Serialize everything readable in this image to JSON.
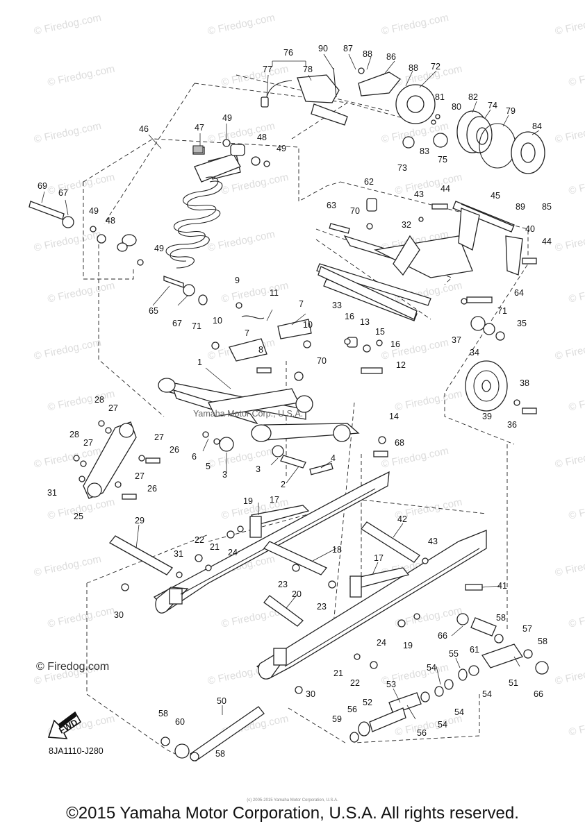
{
  "diagram": {
    "part_labels": [
      {
        "id": "p1",
        "text": "1"
      },
      {
        "id": "p2",
        "text": "2"
      },
      {
        "id": "p3a",
        "text": "3"
      },
      {
        "id": "p3b",
        "text": "3"
      },
      {
        "id": "p4",
        "text": "4"
      },
      {
        "id": "p5",
        "text": "5"
      },
      {
        "id": "p6",
        "text": "6"
      },
      {
        "id": "p7a",
        "text": "7"
      },
      {
        "id": "p7b",
        "text": "7"
      },
      {
        "id": "p8",
        "text": "8"
      },
      {
        "id": "p9",
        "text": "9"
      },
      {
        "id": "p10a",
        "text": "10"
      },
      {
        "id": "p10b",
        "text": "10"
      },
      {
        "id": "p11",
        "text": "11"
      },
      {
        "id": "p12",
        "text": "12"
      },
      {
        "id": "p13",
        "text": "13"
      },
      {
        "id": "p14",
        "text": "14"
      },
      {
        "id": "p15",
        "text": "15"
      },
      {
        "id": "p16a",
        "text": "16"
      },
      {
        "id": "p16b",
        "text": "16"
      },
      {
        "id": "p17a",
        "text": "17"
      },
      {
        "id": "p17b",
        "text": "17"
      },
      {
        "id": "p18",
        "text": "18"
      },
      {
        "id": "p19a",
        "text": "19"
      },
      {
        "id": "p19b",
        "text": "19"
      },
      {
        "id": "p20",
        "text": "20"
      },
      {
        "id": "p21a",
        "text": "21"
      },
      {
        "id": "p21b",
        "text": "21"
      },
      {
        "id": "p22a",
        "text": "22"
      },
      {
        "id": "p22b",
        "text": "22"
      },
      {
        "id": "p23a",
        "text": "23"
      },
      {
        "id": "p23b",
        "text": "23"
      },
      {
        "id": "p24a",
        "text": "24"
      },
      {
        "id": "p24b",
        "text": "24"
      },
      {
        "id": "p25",
        "text": "25"
      },
      {
        "id": "p26a",
        "text": "26"
      },
      {
        "id": "p26b",
        "text": "26"
      },
      {
        "id": "p27a",
        "text": "27"
      },
      {
        "id": "p27b",
        "text": "27"
      },
      {
        "id": "p27c",
        "text": "27"
      },
      {
        "id": "p27d",
        "text": "27"
      },
      {
        "id": "p28a",
        "text": "28"
      },
      {
        "id": "p28b",
        "text": "28"
      },
      {
        "id": "p29",
        "text": "29"
      },
      {
        "id": "p30a",
        "text": "30"
      },
      {
        "id": "p30b",
        "text": "30"
      },
      {
        "id": "p31a",
        "text": "31"
      },
      {
        "id": "p31b",
        "text": "31"
      },
      {
        "id": "p32",
        "text": "32"
      },
      {
        "id": "p33",
        "text": "33"
      },
      {
        "id": "p34",
        "text": "34"
      },
      {
        "id": "p35",
        "text": "35"
      },
      {
        "id": "p36",
        "text": "36"
      },
      {
        "id": "p37",
        "text": "37"
      },
      {
        "id": "p38",
        "text": "38"
      },
      {
        "id": "p39",
        "text": "39"
      },
      {
        "id": "p40",
        "text": "40"
      },
      {
        "id": "p41",
        "text": "41"
      },
      {
        "id": "p42",
        "text": "42"
      },
      {
        "id": "p43a",
        "text": "43"
      },
      {
        "id": "p43b",
        "text": "43"
      },
      {
        "id": "p44a",
        "text": "44"
      },
      {
        "id": "p44b",
        "text": "44"
      },
      {
        "id": "p45",
        "text": "45"
      },
      {
        "id": "p46",
        "text": "46"
      },
      {
        "id": "p47",
        "text": "47"
      },
      {
        "id": "p48a",
        "text": "48"
      },
      {
        "id": "p48b",
        "text": "48"
      },
      {
        "id": "p49a",
        "text": "49"
      },
      {
        "id": "p49b",
        "text": "49"
      },
      {
        "id": "p49c",
        "text": "49"
      },
      {
        "id": "p49d",
        "text": "49"
      },
      {
        "id": "p50",
        "text": "50"
      },
      {
        "id": "p51",
        "text": "51"
      },
      {
        "id": "p52",
        "text": "52"
      },
      {
        "id": "p53",
        "text": "53"
      },
      {
        "id": "p54a",
        "text": "54"
      },
      {
        "id": "p54b",
        "text": "54"
      },
      {
        "id": "p54c",
        "text": "54"
      },
      {
        "id": "p54d",
        "text": "54"
      },
      {
        "id": "p55",
        "text": "55"
      },
      {
        "id": "p56a",
        "text": "56"
      },
      {
        "id": "p56b",
        "text": "56"
      },
      {
        "id": "p57",
        "text": "57"
      },
      {
        "id": "p58a",
        "text": "58"
      },
      {
        "id": "p58b",
        "text": "58"
      },
      {
        "id": "p58c",
        "text": "58"
      },
      {
        "id": "p58d",
        "text": "58"
      },
      {
        "id": "p59",
        "text": "59"
      },
      {
        "id": "p60",
        "text": "60"
      },
      {
        "id": "p61",
        "text": "61"
      },
      {
        "id": "p62",
        "text": "62"
      },
      {
        "id": "p63",
        "text": "63"
      },
      {
        "id": "p64",
        "text": "64"
      },
      {
        "id": "p65",
        "text": "65"
      },
      {
        "id": "p66a",
        "text": "66"
      },
      {
        "id": "p66b",
        "text": "66"
      },
      {
        "id": "p67a",
        "text": "67"
      },
      {
        "id": "p67b",
        "text": "67"
      },
      {
        "id": "p68",
        "text": "68"
      },
      {
        "id": "p69",
        "text": "69"
      },
      {
        "id": "p70a",
        "text": "70"
      },
      {
        "id": "p70b",
        "text": "70"
      },
      {
        "id": "p71a",
        "text": "71"
      },
      {
        "id": "p71b",
        "text": "71"
      },
      {
        "id": "p72",
        "text": "72"
      },
      {
        "id": "p73",
        "text": "73"
      },
      {
        "id": "p74",
        "text": "74"
      },
      {
        "id": "p75",
        "text": "75"
      },
      {
        "id": "p76",
        "text": "76"
      },
      {
        "id": "p77",
        "text": "77"
      },
      {
        "id": "p78",
        "text": "78"
      },
      {
        "id": "p79",
        "text": "79"
      },
      {
        "id": "p80",
        "text": "80"
      },
      {
        "id": "p81",
        "text": "81"
      },
      {
        "id": "p82",
        "text": "82"
      },
      {
        "id": "p83",
        "text": "83"
      },
      {
        "id": "p84",
        "text": "84"
      },
      {
        "id": "p85",
        "text": "85"
      },
      {
        "id": "p86",
        "text": "86"
      },
      {
        "id": "p87",
        "text": "87"
      },
      {
        "id": "p88a",
        "text": "88"
      },
      {
        "id": "p88b",
        "text": "88"
      },
      {
        "id": "p89",
        "text": "89"
      },
      {
        "id": "p90",
        "text": "90"
      }
    ],
    "diagram_code": "8JA1110-J280",
    "fwd_label": "FWD",
    "frame_watermark": "Yamaha Motor Corp., U.S.A.",
    "corner_watermark": "© Firedog.com",
    "repeat_watermark": "© Firedog.com"
  },
  "footer": {
    "copyright": "©2015 Yamaha Motor Corporation, U.S.A. All rights reserved.",
    "tiny_credit": "(c) 2005-2015 Yamaha Motor Corporation, U.S.A."
  }
}
